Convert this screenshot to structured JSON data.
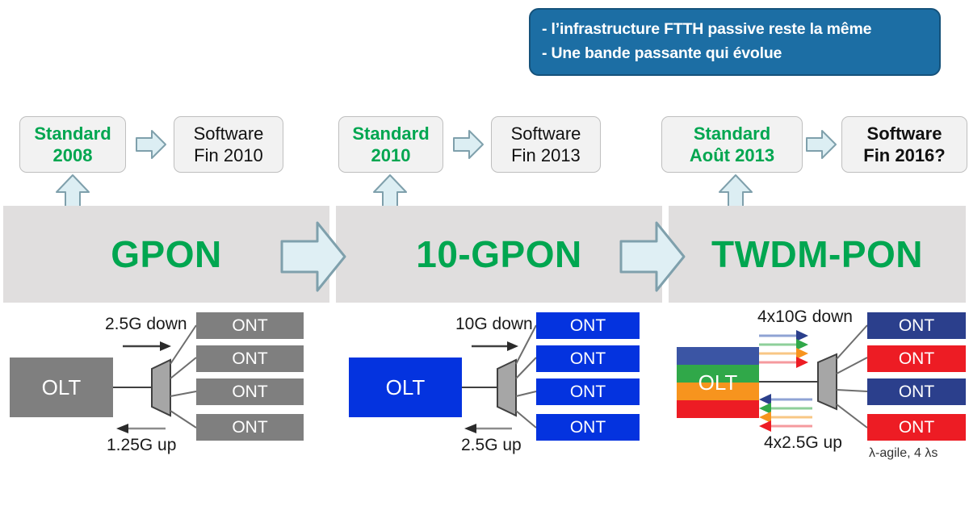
{
  "callout": {
    "lines": [
      "- l’infrastructure FTTH passive reste la même",
      "- Une bande passante qui évolue"
    ],
    "bg_color": "#1C6EA4",
    "text_color": "#FFFFFF"
  },
  "colors": {
    "green_accent": "#00A650",
    "band_gray": "#E0DEDE",
    "arrow_fill": "#DCEEF3",
    "arrow_stroke": "#7FA0AC",
    "gpon_gray": "#7F7F7F",
    "xgpon_blue": "#0433DF",
    "twdm_navy": "#2B3F8C",
    "twdm_red": "#ED1C24",
    "twdm_green": "#30A849",
    "twdm_orange": "#F7941E",
    "twdm_blue": "#3B55A4"
  },
  "timeline": [
    {
      "standard_label": "Standard\n2008",
      "software_label": "Software\nFin 2010",
      "software_bold": false
    },
    {
      "standard_label": "Standard\n2010",
      "software_label": "Software\nFin 2013",
      "software_bold": false
    },
    {
      "standard_label": "Standard\nAoût 2013",
      "software_label": "Software\nFin 2016?",
      "software_bold": true
    }
  ],
  "bands": [
    {
      "title": "GPON"
    },
    {
      "title": "10-GPON"
    },
    {
      "title": "TWDM-PON"
    }
  ],
  "diagrams": [
    {
      "olt_label": "OLT",
      "olt_style": "gray",
      "down_label": "2.5G down",
      "up_label": "1.25G up",
      "ont_label": "ONT",
      "ont_styles": [
        "gray",
        "gray",
        "gray",
        "gray"
      ],
      "caption": ""
    },
    {
      "olt_label": "OLT",
      "olt_style": "blue",
      "down_label": "10G down",
      "up_label": "2.5G up",
      "ont_label": "ONT",
      "ont_styles": [
        "blue",
        "blue",
        "blue",
        "blue"
      ],
      "caption": ""
    },
    {
      "olt_label": "OLT",
      "olt_style": "multi",
      "down_label": "4x10G down",
      "up_label": "4x2.5G up",
      "ont_label": "ONT",
      "ont_styles": [
        "navy",
        "red",
        "navy",
        "red"
      ],
      "caption": "λ-agile, 4 λs"
    }
  ]
}
